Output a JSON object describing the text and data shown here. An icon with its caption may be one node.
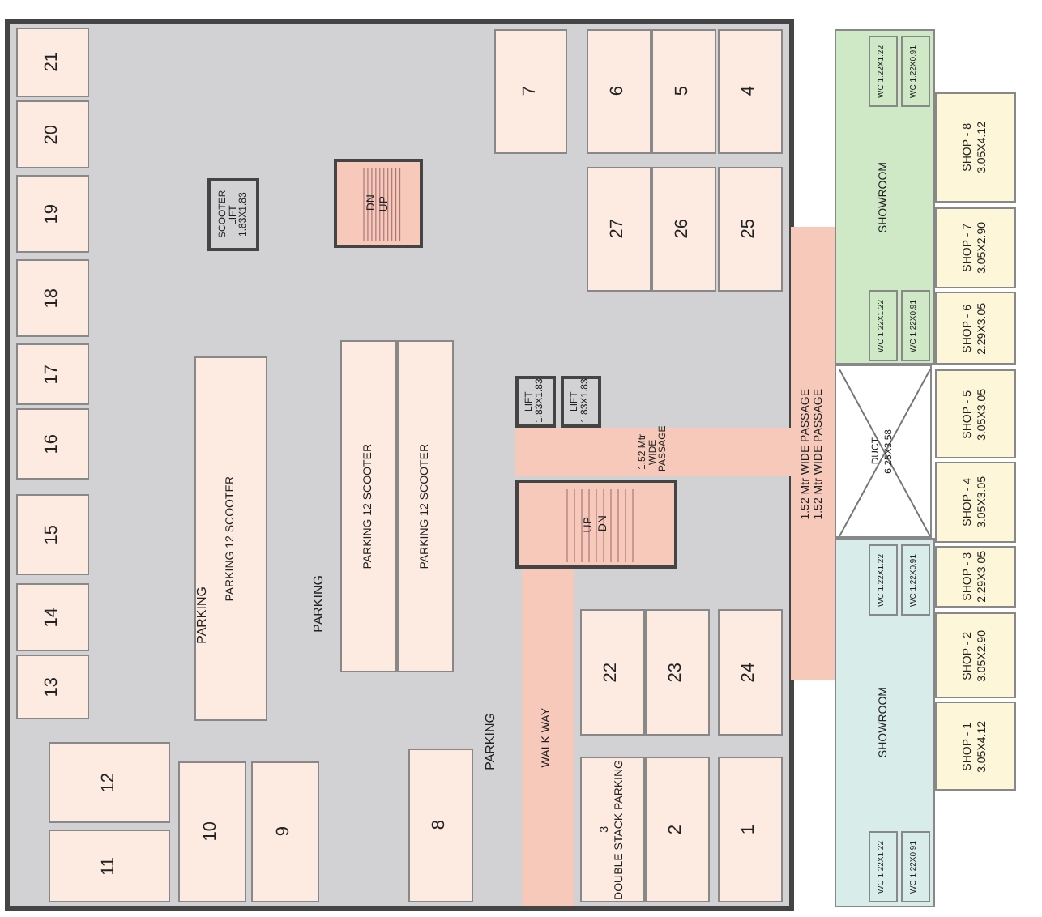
{
  "diagram": {
    "nodes": [
      {
        "text": [
          "21"
        ]
      },
      {
        "text": [
          "20"
        ]
      },
      {
        "text": [
          "19"
        ]
      },
      {
        "text": [
          "18"
        ]
      },
      {
        "text": [
          "17"
        ]
      },
      {
        "text": [
          "16"
        ]
      },
      {
        "text": [
          "15"
        ]
      },
      {
        "text": [
          "14"
        ]
      },
      {
        "text": [
          "13"
        ]
      },
      {
        "text": [
          "12"
        ]
      },
      {
        "text": [
          "11"
        ]
      },
      {
        "text": [
          "10"
        ]
      },
      {
        "text": [
          "9"
        ]
      },
      {
        "text": [
          "8"
        ]
      },
      {
        "text": [
          "7"
        ]
      },
      {
        "text": [
          "6"
        ]
      },
      {
        "text": [
          "5"
        ]
      },
      {
        "text": [
          "4"
        ]
      },
      {
        "text": [
          "27"
        ]
      },
      {
        "text": [
          "26"
        ]
      },
      {
        "text": [
          "25"
        ]
      },
      {
        "text": [
          "SCOOTER LIFT 1.83X1.83"
        ]
      },
      {
        "text": [
          "DN",
          "UP"
        ]
      },
      {
        "text": [
          "LIFT 1.83X1.83"
        ]
      },
      {
        "text": [
          "LIFT 1.83X1.83"
        ]
      },
      {
        "text": [
          "1.52 Mtr WIDE PASSAGE"
        ]
      },
      {
        "text": [
          "1.52 Mtr WIDE PASSAGE",
          "1.52 Mtr WIDE PASSAGE"
        ]
      },
      {
        "text": [
          "UP",
          "DN"
        ]
      },
      {
        "text": [
          "WALK WAY"
        ]
      },
      {
        "text": [
          "22"
        ]
      },
      {
        "text": [
          "23"
        ]
      },
      {
        "text": [
          "24"
        ]
      },
      {
        "text": [
          "3",
          "DOUBLE STACK PARKING"
        ]
      },
      {
        "text": [
          "2"
        ]
      },
      {
        "text": [
          "1"
        ]
      },
      {
        "text": [
          "SHOWROOM"
        ]
      },
      {
        "text": [
          "WC 1.22X1.22"
        ],
        "in": 35
      },
      {
        "text": [
          "WC 1.22X0.91"
        ],
        "in": 35
      },
      {
        "text": [
          "WC 1.22X1.22"
        ],
        "in": 35
      },
      {
        "text": [
          "WC 1.22X0.91"
        ],
        "in": 35
      },
      {
        "text": [
          "SHOP - 8",
          "3.05X4.12"
        ]
      },
      {
        "text": [
          "SHOP - 7",
          "3.05X2.90"
        ]
      },
      {
        "text": [
          "SHOP - 6",
          "2.29X3.05"
        ]
      },
      {
        "text": [
          "SHOP - 5",
          "3.05X3.05"
        ]
      },
      {
        "text": [
          "DUCT",
          "6.25X3.58"
        ]
      },
      {
        "text": [
          "SHOP - 4",
          "3.05X3.05"
        ]
      },
      {
        "text": [
          "SHOP - 3",
          "2.29X3.05"
        ]
      },
      {
        "text": [
          "SHOP - 2",
          "3.05X2.90"
        ]
      },
      {
        "text": [
          "SHOP - 1",
          "3.05X4.12"
        ]
      },
      {
        "text": [
          "SHOWROOM"
        ]
      },
      {
        "text": [
          "WC 1.22X1.22"
        ],
        "in": 49
      },
      {
        "text": [
          "WC 1.22X0.91"
        ],
        "in": 49
      },
      {
        "text": [
          "WC 1.22X1.22"
        ],
        "in": 49
      },
      {
        "text": [
          "WC 1.22X0.91"
        ],
        "in": 49
      },
      {
        "text": [
          "PARKING 12 SCOOTER"
        ]
      },
      {
        "text": [
          "PARKING 12 SCOOTER"
        ]
      },
      {
        "text": [
          "PARKING 12 SCOOTER"
        ]
      }
    ],
    "labels": [
      "PARKING",
      "PARKING",
      "PARKING"
    ]
  }
}
